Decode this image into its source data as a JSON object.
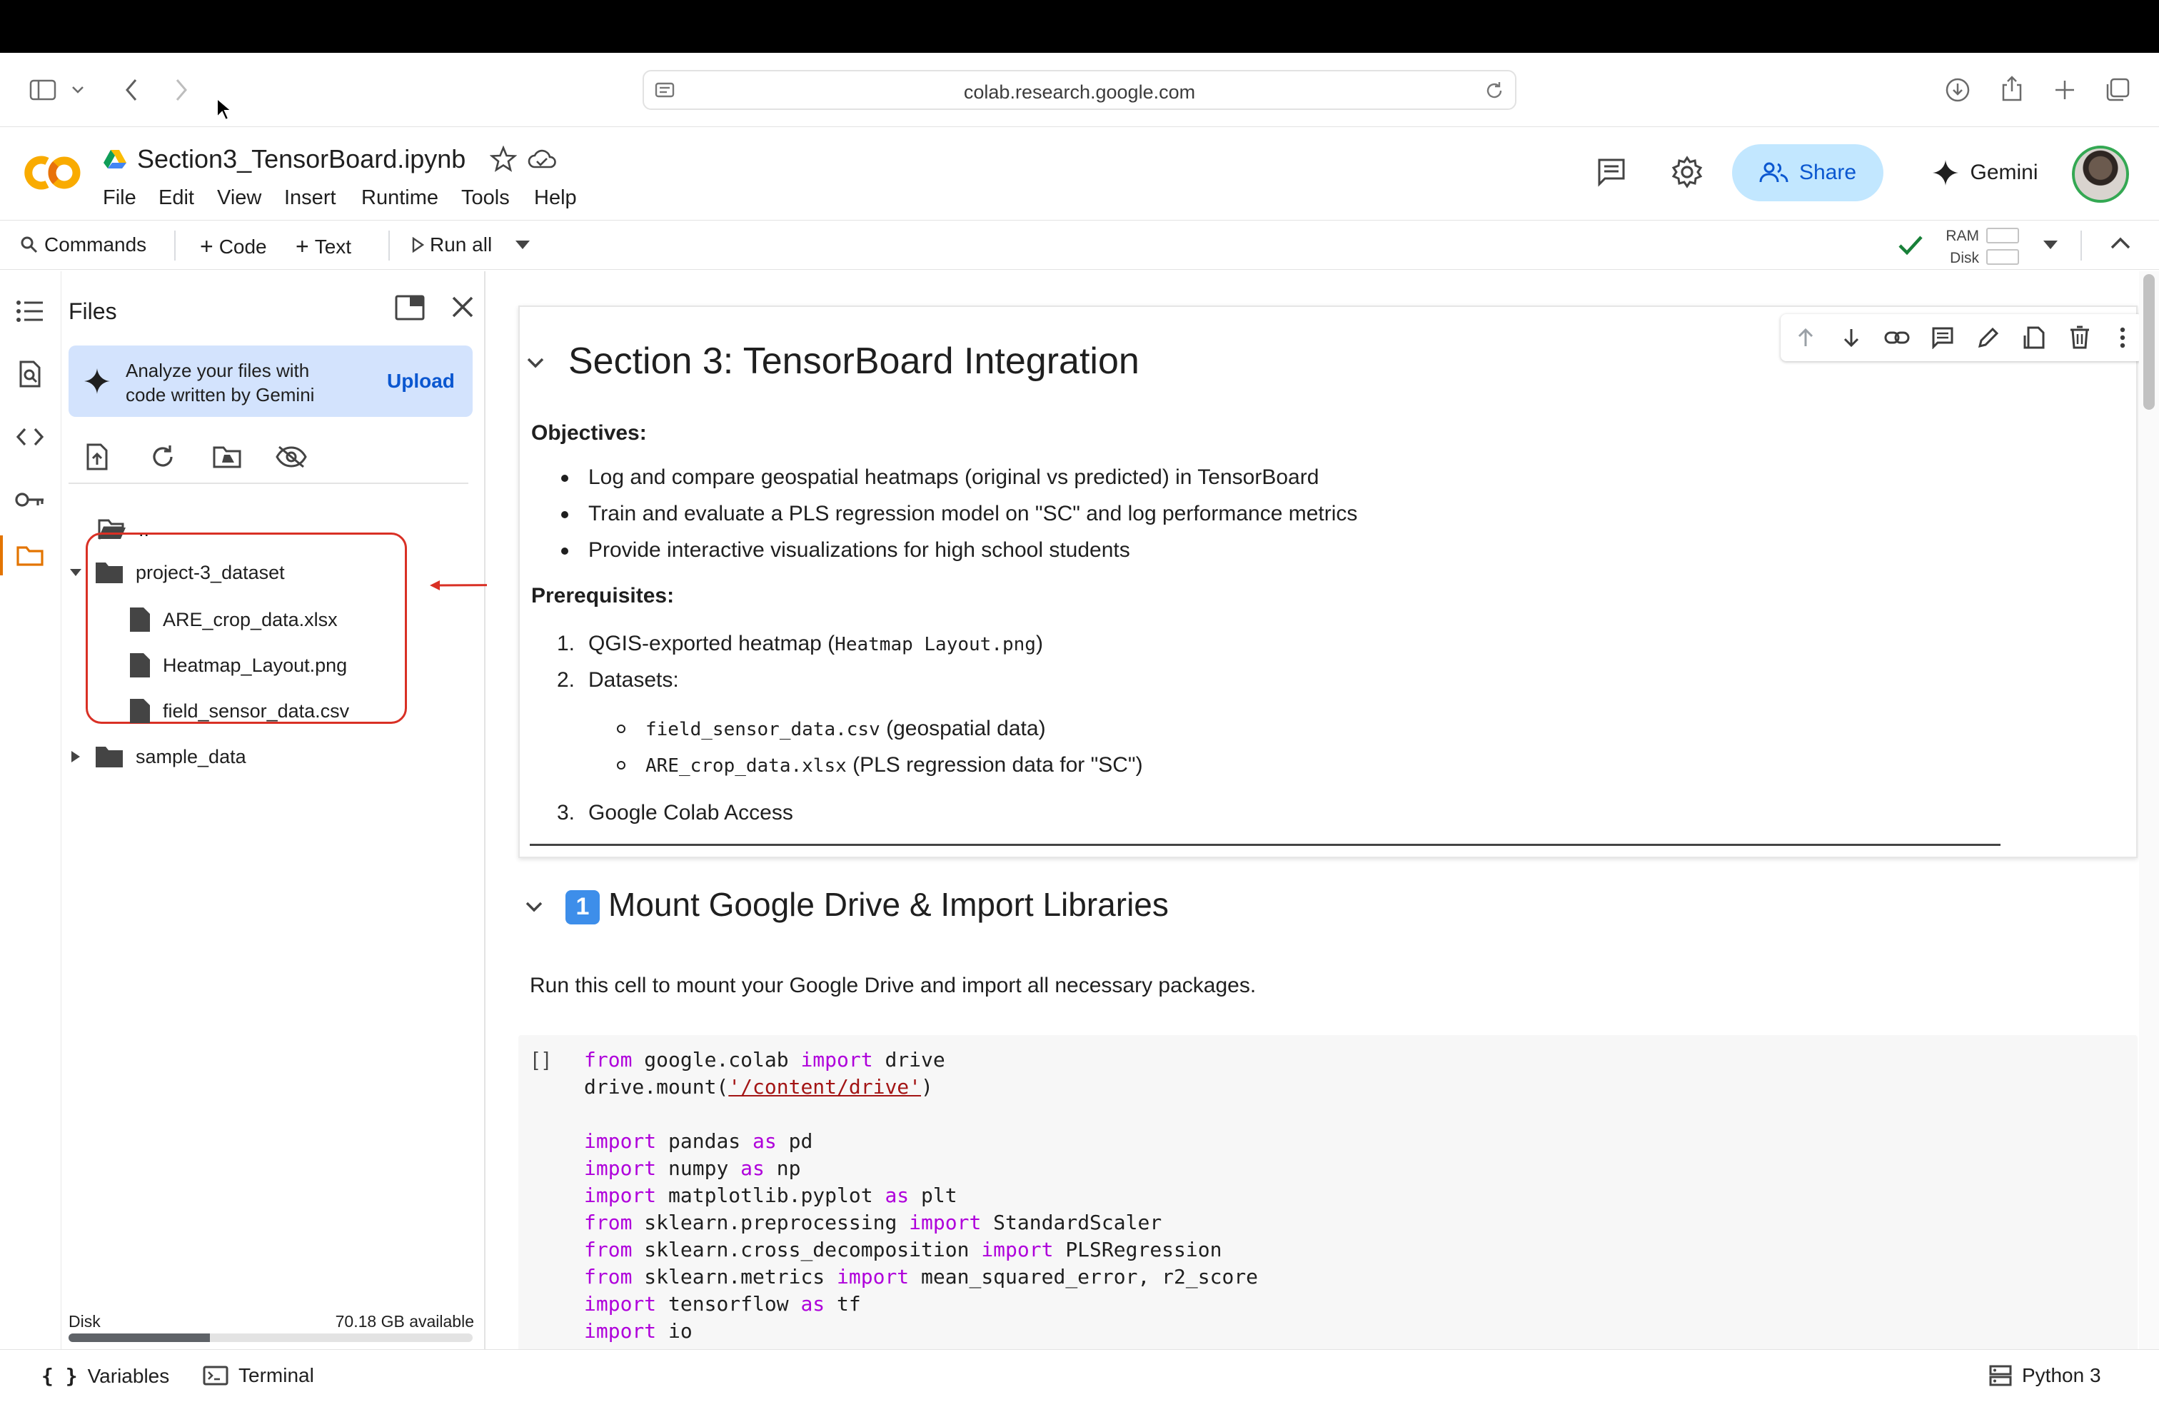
{
  "browser": {
    "url": "colab.research.google.com"
  },
  "header": {
    "notebook_title": "Section3_TensorBoard.ipynb",
    "menu": [
      "File",
      "Edit",
      "View",
      "Insert",
      "Runtime",
      "Tools",
      "Help"
    ],
    "share_label": "Share",
    "gemini_label": "Gemini"
  },
  "toolbar": {
    "commands": "Commands",
    "code": "Code",
    "text": "Text",
    "run_all": "Run all",
    "ram": "RAM",
    "disk": "Disk"
  },
  "files": {
    "title": "Files",
    "banner_text": "Analyze your files with code written by Gemini",
    "banner_line1": "Analyze your files with",
    "banner_line2": "code written by Gemini",
    "upload": "Upload",
    "parent": "..",
    "tree": [
      {
        "name": "project-3_dataset",
        "type": "folder",
        "expanded": true
      },
      {
        "name": "ARE_crop_data.xlsx",
        "type": "file"
      },
      {
        "name": "Heatmap_Layout.png",
        "type": "file"
      },
      {
        "name": "field_sensor_data.csv",
        "type": "file"
      },
      {
        "name": "sample_data",
        "type": "folder",
        "expanded": false
      }
    ],
    "disk_label": "Disk",
    "disk_available": "70.18 GB available",
    "disk_used_fraction": 0.35
  },
  "notebook": {
    "section_title": "Section 3: TensorBoard Integration",
    "objectives_label": "Objectives:",
    "objectives": [
      "Log and compare geospatial heatmaps (original vs predicted) in TensorBoard",
      "Train and evaluate a PLS regression model on \"SC\" and log performance metrics",
      "Provide interactive visualizations for high school students"
    ],
    "prereq_label": "Prerequisites:",
    "prereq1_num": "1.",
    "prereq1_text": "QGIS-exported heatmap (",
    "prereq1_code": "Heatmap Layout.png",
    "prereq1_end": ")",
    "prereq2_num": "2.",
    "prereq2_text": "Datasets:",
    "dataset1_code": "field_sensor_data.csv",
    "dataset1_text": "(geospatial data)",
    "dataset2_code": "ARE_crop_data.xlsx",
    "dataset2_text": "(PLS regression data for \"SC\")",
    "prereq3_num": "3.",
    "prereq3_text": "Google Colab Access",
    "mount_number": "1",
    "mount_title": "Mount Google Drive & Import Libraries",
    "mount_desc": "Run this cell to mount your Google Drive and import all necessary packages.",
    "run_marker": "[ ]"
  },
  "status": {
    "variables": "Variables",
    "terminal": "Terminal",
    "runtime": "Python 3"
  },
  "colors": {
    "accent": "#0b57d0",
    "share_bg": "#c2e7ff",
    "banner_bg": "#d3e3fd",
    "highlight": "#d93025",
    "keyword": "#af00db",
    "string": "#a31515"
  }
}
